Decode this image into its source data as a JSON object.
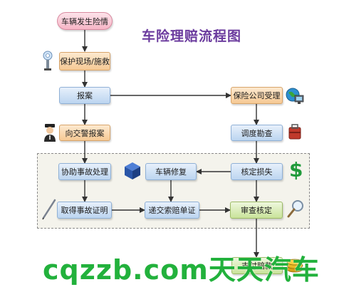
{
  "title": "车险理赔流程图",
  "nodes": {
    "start": "车辆发生险情",
    "protect_scene": "保护现场/施救",
    "report": "报案",
    "report_police": "向交警报案",
    "assist_handle": "协助事故处理",
    "get_proof": "取得事故证明",
    "insurer_accept": "保险公司受理",
    "survey": "调度勘查",
    "assess_loss": "核定损失",
    "repair": "车辆修复",
    "submit_docs": "递交索赔单证",
    "review": "审查核定",
    "payment": "支付赔款"
  },
  "watermark": "cqzzb.com天天汽车",
  "colors": {
    "title": "#6b3b9e",
    "arrow": "#333333",
    "watermark": "#22b13c"
  },
  "icons": [
    "lighthouse-icon",
    "globe-computer-icon",
    "police-icon",
    "toolbox-icon",
    "dollar-icon",
    "cube-icon",
    "pen-icon",
    "magnifier-icon",
    "coins-icon"
  ]
}
